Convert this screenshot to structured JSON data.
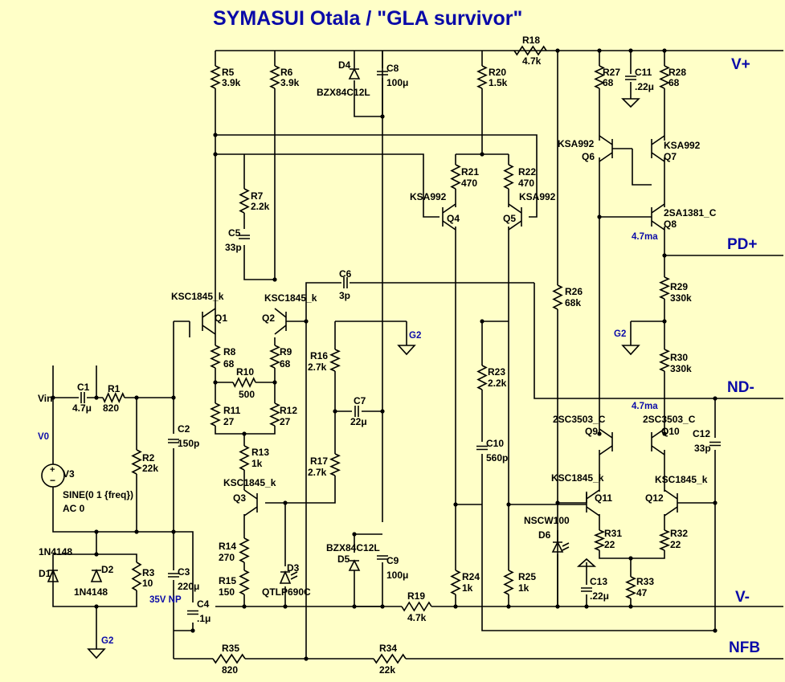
{
  "title": "SYMASUI Otala / \"GLA survivor\"",
  "colors": {
    "background": "#ffffc8",
    "wire": "#000000",
    "label": "#0a0aa8"
  },
  "nets": {
    "vplus": "V+",
    "pdplus": "PD+",
    "ndminus": "ND-",
    "vminus": "V-",
    "nfb": "NFB",
    "vin": "Vin",
    "v0": "V0",
    "g2_top": "G2",
    "g2_mid": "G2",
    "g2_bottom": "G2"
  },
  "annotations": {
    "current_top": "4.7ma",
    "current_mid": "4.7ma",
    "c3_note": "35V NP"
  },
  "source": {
    "name": "V3",
    "line1": "SINE(0 1 {freq})",
    "line2": "AC 0"
  },
  "components": {
    "R1": {
      "name": "R1",
      "value": "820"
    },
    "R2": {
      "name": "R2",
      "value": "22k"
    },
    "R3": {
      "name": "R3",
      "value": "10"
    },
    "R5": {
      "name": "R5",
      "value": "3.9k"
    },
    "R6": {
      "name": "R6",
      "value": "3.9k"
    },
    "R7": {
      "name": "R7",
      "value": "2.2k"
    },
    "R8": {
      "name": "R8",
      "value": "68"
    },
    "R9": {
      "name": "R9",
      "value": "68"
    },
    "R10": {
      "name": "R10",
      "value": "500"
    },
    "R11": {
      "name": "R11",
      "value": "27"
    },
    "R12": {
      "name": "R12",
      "value": "27"
    },
    "R13": {
      "name": "R13",
      "value": "1k"
    },
    "R14": {
      "name": "R14",
      "value": "270"
    },
    "R15": {
      "name": "R15",
      "value": "150"
    },
    "R16": {
      "name": "R16",
      "value": "2.7k"
    },
    "R17": {
      "name": "R17",
      "value": "2.7k"
    },
    "R18": {
      "name": "R18",
      "value": "4.7k"
    },
    "R19": {
      "name": "R19",
      "value": "4.7k"
    },
    "R20": {
      "name": "R20",
      "value": "1.5k"
    },
    "R21": {
      "name": "R21",
      "value": "470"
    },
    "R22": {
      "name": "R22",
      "value": "470"
    },
    "R23": {
      "name": "R23",
      "value": "2.2k"
    },
    "R24": {
      "name": "R24",
      "value": "1k"
    },
    "R25": {
      "name": "R25",
      "value": "1k"
    },
    "R26": {
      "name": "R26",
      "value": "68k"
    },
    "R27": {
      "name": "R27",
      "value": "68"
    },
    "R28": {
      "name": "R28",
      "value": "68"
    },
    "R29": {
      "name": "R29",
      "value": "330k"
    },
    "R30": {
      "name": "R30",
      "value": "330k"
    },
    "R31": {
      "name": "R31",
      "value": "22"
    },
    "R32": {
      "name": "R32",
      "value": "22"
    },
    "R33": {
      "name": "R33",
      "value": "47"
    },
    "R34": {
      "name": "R34",
      "value": "22k"
    },
    "R35": {
      "name": "R35",
      "value": "820"
    },
    "C1": {
      "name": "C1",
      "value": "4.7μ"
    },
    "C2": {
      "name": "C2",
      "value": "150p"
    },
    "C3": {
      "name": "C3",
      "value": "220μ"
    },
    "C4": {
      "name": "C4",
      "value": ".1μ"
    },
    "C5": {
      "name": "C5",
      "value": "33p"
    },
    "C6": {
      "name": "C6",
      "value": "3p"
    },
    "C7": {
      "name": "C7",
      "value": "22μ"
    },
    "C8": {
      "name": "C8",
      "value": "100μ"
    },
    "C9": {
      "name": "C9",
      "value": "100μ"
    },
    "C10": {
      "name": "C10",
      "value": "560p"
    },
    "C11": {
      "name": "C11",
      "value": ".22μ"
    },
    "C12": {
      "name": "C12",
      "value": "33p"
    },
    "C13": {
      "name": "C13",
      "value": ".22μ"
    },
    "D1": {
      "name": "D1",
      "value": "1N4148"
    },
    "D2": {
      "name": "D2",
      "value": "1N4148"
    },
    "D3": {
      "name": "D3",
      "value": "QTLP690C"
    },
    "D4": {
      "name": "D4",
      "value": "BZX84C12L"
    },
    "D5": {
      "name": "D5",
      "value": "BZX84C12L"
    },
    "D6": {
      "name": "D6",
      "value": "NSCW100"
    },
    "Q1": {
      "name": "Q1",
      "value": "KSC1845_k"
    },
    "Q2": {
      "name": "Q2",
      "value": "KSC1845_k"
    },
    "Q3": {
      "name": "Q3",
      "value": "KSC1845_k"
    },
    "Q4": {
      "name": "Q4",
      "value": "KSA992"
    },
    "Q5": {
      "name": "Q5",
      "value": "KSA992"
    },
    "Q6": {
      "name": "Q6",
      "value": "KSA992"
    },
    "Q7": {
      "name": "Q7",
      "value": "KSA992"
    },
    "Q8": {
      "name": "Q8",
      "value": "2SA1381_C"
    },
    "Q9": {
      "name": "Q9",
      "value": "2SC3503_C"
    },
    "Q10": {
      "name": "Q10",
      "value": "2SC3503_C"
    },
    "Q11": {
      "name": "Q11",
      "value": "KSC1845_k"
    },
    "Q12": {
      "name": "Q12",
      "value": "KSC1845_k"
    }
  }
}
